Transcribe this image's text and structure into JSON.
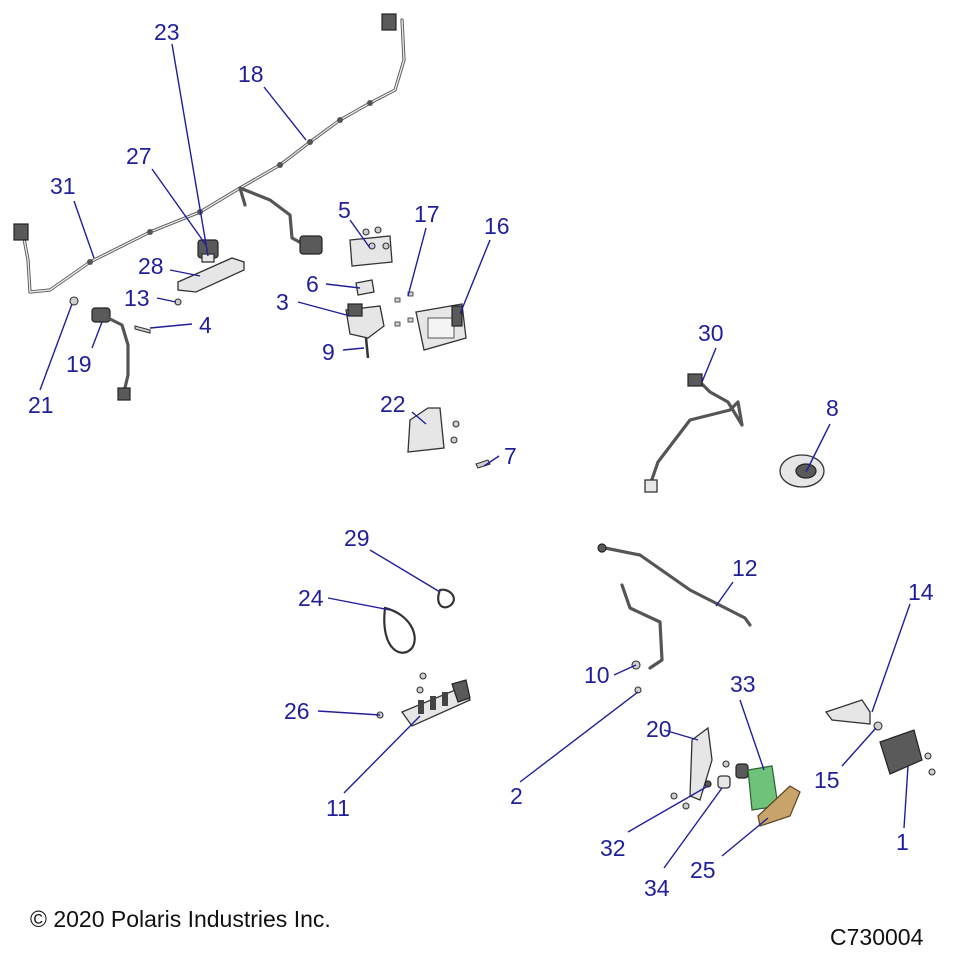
{
  "callouts": [
    "1",
    "2",
    "3",
    "4",
    "5",
    "6",
    "7",
    "8",
    "9",
    "10",
    "11",
    "12",
    "13",
    "14",
    "15",
    "16",
    "17",
    "18",
    "19",
    "20",
    "21",
    "22",
    "23",
    "24",
    "25",
    "26",
    "27",
    "28",
    "29",
    "30",
    "31",
    "32",
    "33",
    "34"
  ],
  "footer": {
    "copyright": "© 2020 Polaris Industries Inc.",
    "figure_id": "C730004"
  },
  "colors": {
    "callout": "#1f1f9a",
    "highlight_part": "#6fc27a",
    "bracket_part": "#c8a46a"
  }
}
